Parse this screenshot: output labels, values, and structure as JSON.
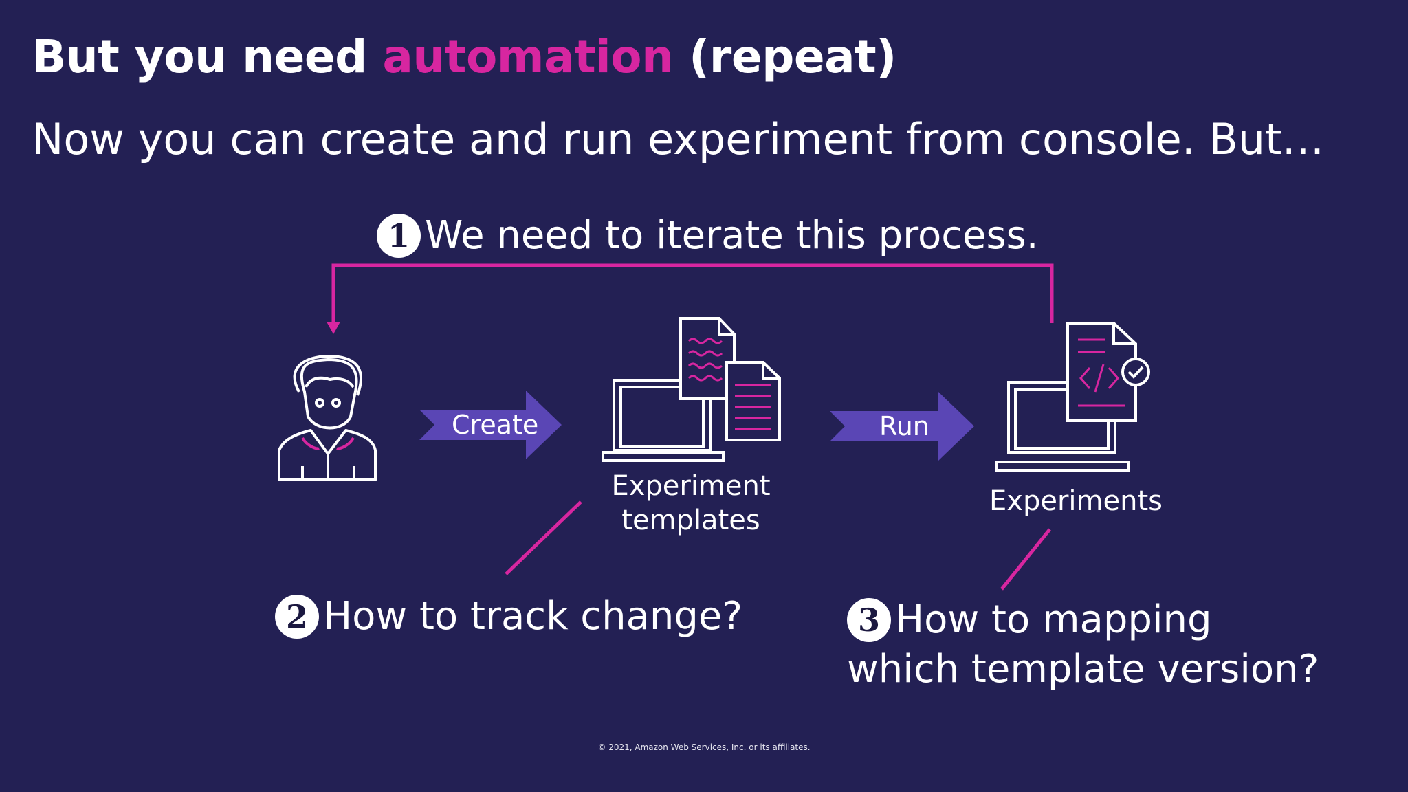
{
  "title": {
    "prefix": "But you need ",
    "accent": "automation",
    "suffix": " (repeat)"
  },
  "subtitle": "Now you can create and run experiment from console. But…",
  "notes": [
    {
      "number": "1",
      "text": "We need to iterate this process."
    },
    {
      "number": "2",
      "text": "How to track change?"
    },
    {
      "number": "3",
      "line1": "How to mapping",
      "line2": "which template version?"
    }
  ],
  "flow": {
    "create_label": "Create",
    "run_label": "Run",
    "templates_label_1": "Experiment",
    "templates_label_2": "templates",
    "experiments_label": "Experiments"
  },
  "colors": {
    "background": "#232054",
    "accent": "#d726a0",
    "arrow": "#5a46b5"
  },
  "icons": [
    "user-icon",
    "laptop-icon",
    "document-icon",
    "code-document-icon",
    "check-circle-icon"
  ],
  "footer": "© 2021, Amazon Web Services, Inc. or its affiliates."
}
